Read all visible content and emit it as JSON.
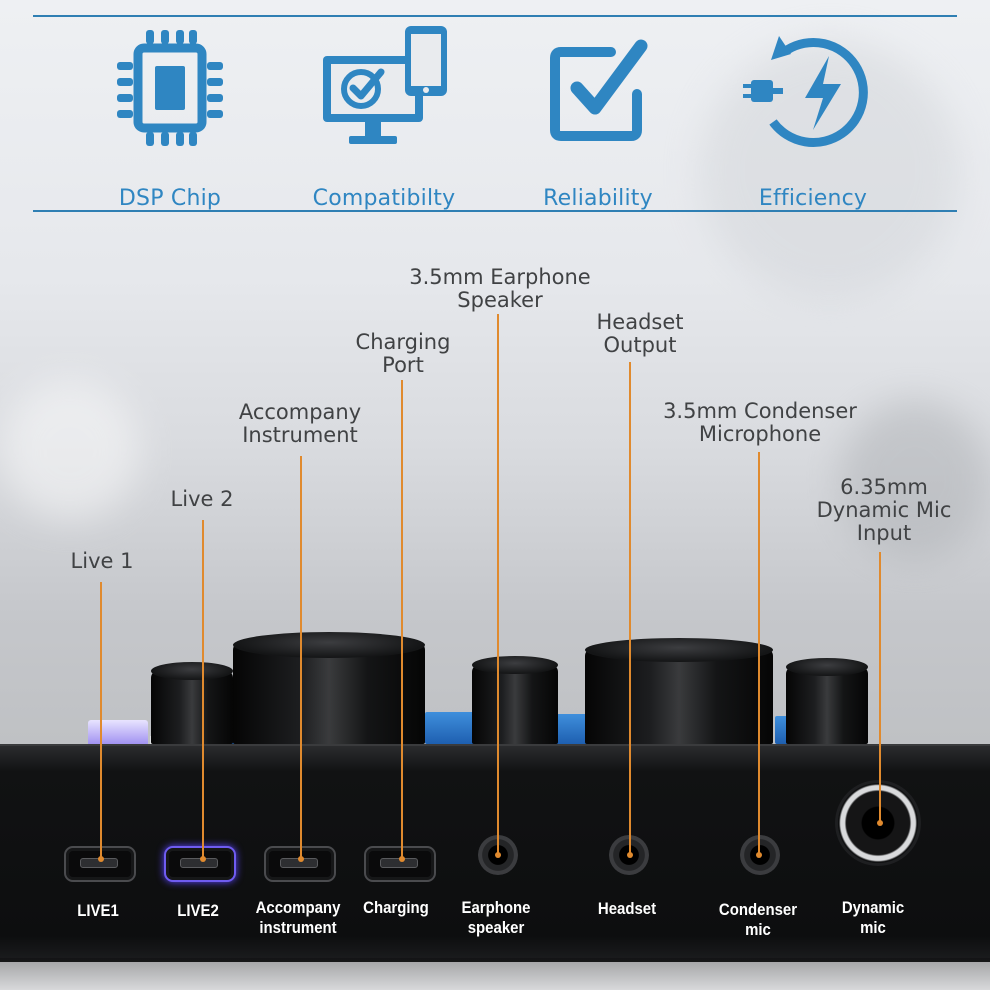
{
  "features": [
    {
      "label": "DSP Chip",
      "icon": "chip-icon"
    },
    {
      "label": "Compatibilty",
      "icon": "monitor-tablet-icon"
    },
    {
      "label": "Reliability",
      "icon": "checkbox-icon"
    },
    {
      "label": "Efficiency",
      "icon": "power-bolt-icon"
    }
  ],
  "callouts": {
    "live1": "Live 1",
    "live2": "Live 2",
    "accompany_l1": "Accompany",
    "accompany_l2": "Instrument",
    "charging_l1": "Charging",
    "charging_l2": "Port",
    "earphone_l1": "3.5mm Earphone",
    "earphone_l2": "Speaker",
    "headset_l1": "Headset",
    "headset_l2": "Output",
    "condenser_l1": "3.5mm Condenser",
    "condenser_l2": "Microphone",
    "dynamic_l1": "6.35mm",
    "dynamic_l2": "Dynamic Mic",
    "dynamic_l3": "Input"
  },
  "port_labels": {
    "live1": "LIVE1",
    "live2": "LIVE2",
    "accompany_l1": "Accompany",
    "accompany_l2": "instrument",
    "charging": "Charging",
    "earphone_l1": "Earphone",
    "earphone_l2": "speaker",
    "headset": "Headset",
    "condenser_l1": "Condenser",
    "condenser_l2": "mic",
    "dynamic_l1": "Dynamic",
    "dynamic_l2": "mic"
  },
  "colors": {
    "accent_blue": "#2f86c2",
    "leader_orange": "#e08a2e",
    "device_black": "#0d0e0f"
  }
}
